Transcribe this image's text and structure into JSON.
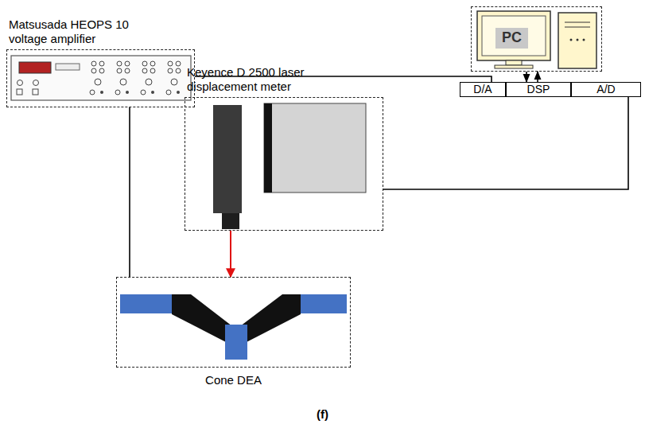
{
  "diagram": {
    "caption": "(f)",
    "nodes": [
      {
        "text": [
          "Matsusada HEOPS 10 voltage amplifier"
        ]
      },
      {
        "text": [
          "PC"
        ]
      },
      {
        "text": [
          "D/A"
        ]
      },
      {
        "text": [
          "DSP"
        ]
      },
      {
        "text": [
          "A/D"
        ]
      },
      {
        "text": [
          "Keyence D 2500 laser displacement meter"
        ]
      },
      {
        "text": [
          "Cone DEA"
        ]
      }
    ],
    "edges": [
      {
        "from": 0,
        "to": 2,
        "arrow": "none"
      },
      {
        "from": 1,
        "to": 3,
        "arrow": "to"
      },
      {
        "from": 3,
        "to": 1,
        "arrow": "to"
      },
      {
        "from": 0,
        "to": 6,
        "arrow": "none"
      },
      {
        "from": 5,
        "to": 6,
        "arrow": "to"
      },
      {
        "from": 5,
        "to": 4,
        "arrow": "none"
      }
    ]
  }
}
